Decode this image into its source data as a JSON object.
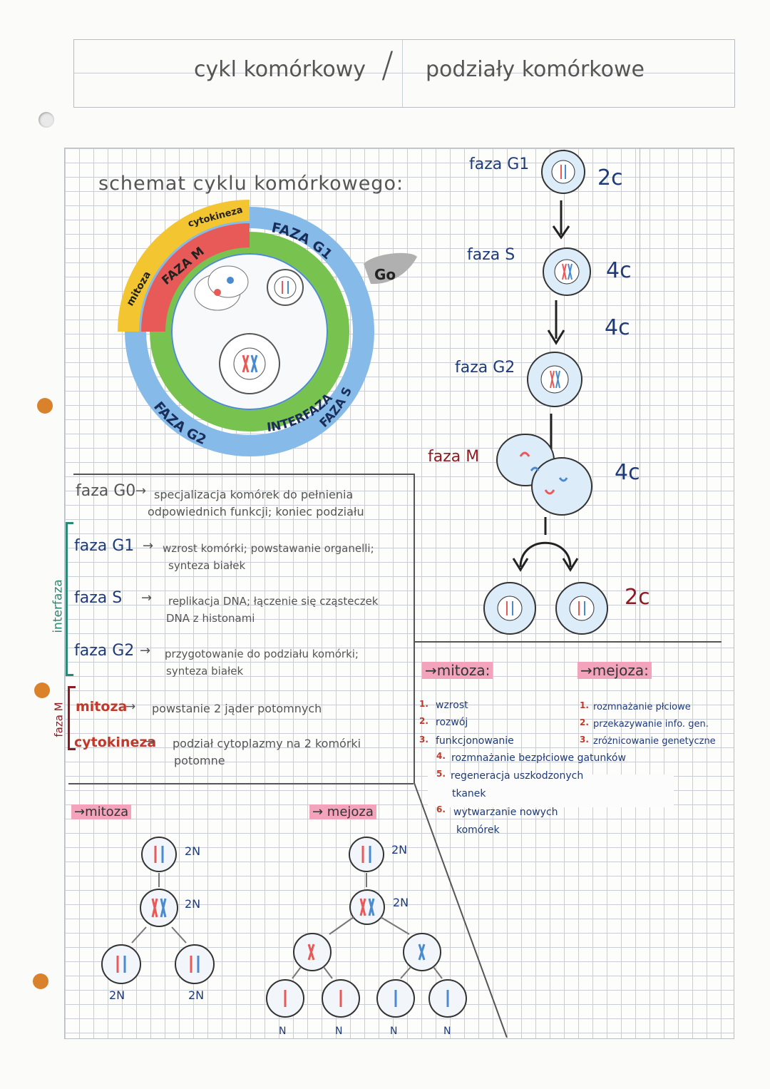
{
  "header": {
    "left_title": "cykl komórkowy",
    "slash": "/",
    "right_title": "podziały komórkowe"
  },
  "scheme": {
    "title": "schemat cyklu komórkowego:",
    "labels": {
      "cytokineza": "cytokineza",
      "faza_m": "FAZA M",
      "mitoza": "mitoza",
      "faza_g1": "FAZA G1",
      "go": "Go",
      "interfaza": "INTERFAZA",
      "faza_s": "FAZA S",
      "faza_g2": "FAZA G2"
    }
  },
  "cycle_side": {
    "g1_label": "faza G1",
    "g1_c": "2c",
    "s_label": "faza S",
    "s_c": "4c",
    "between_c": "4c",
    "g2_label": "faza G2",
    "m_label": "faza M",
    "m_c": "4c",
    "daughters_c": "2c"
  },
  "phases": [
    {
      "name": "faza G0",
      "arrow": "→",
      "desc": [
        "specjalizacja komórek do pełnienia",
        "odpowiednich funkcji; koniec podziału"
      ]
    },
    {
      "name": "faza G1",
      "arrow": "→",
      "desc": [
        "wzrost komórki; powstawanie organelli;",
        "synteza białek"
      ]
    },
    {
      "name": "faza S",
      "arrow": "→",
      "desc": [
        "replikacja DNA; łączenie się cząsteczek",
        "DNA z histonami"
      ]
    },
    {
      "name": "faza G2",
      "arrow": "→",
      "desc": [
        "przygotowanie do podziału komórki;",
        "synteza białek"
      ]
    },
    {
      "name": "mitoza",
      "arrow": "→",
      "desc": [
        "powstanie 2 jąder potomnych"
      ]
    },
    {
      "name": "cytokineza",
      "arrow": "→",
      "desc": [
        "podział cytoplazmy na 2 komórki",
        "potomne"
      ]
    }
  ],
  "side_labels": {
    "interfaza": "interfaza",
    "faza_m": "faza M"
  },
  "mitoza_list": {
    "title": "→mitoza:",
    "items": [
      "wzrost",
      "rozwój",
      "funkcjonowanie",
      "rozmnażanie bezpłciowe gatunków",
      "regeneracja uszkodzonych",
      "tkanek",
      "wytwarzanie nowych",
      "komórek"
    ],
    "numbers": [
      "1.",
      "2.",
      "3.",
      "4.",
      "5.",
      "6."
    ]
  },
  "mejoza_list": {
    "title": "→mejoza:",
    "items": [
      "rozmnażanie płciowe",
      "przekazywanie info. gen.",
      "zróżnicowanie genetyczne"
    ],
    "numbers": [
      "1.",
      "2.",
      "3."
    ]
  },
  "bottom": {
    "mitoza_title": "→mitoza",
    "mejoza_title": "→ mejoza",
    "mitoza_labels": [
      "2N",
      "2N",
      "2N",
      "2N"
    ],
    "mejoza_labels": [
      "2N",
      "2N",
      "N",
      "N",
      "N",
      "N"
    ]
  },
  "colors": {
    "yellow": "#f3c531",
    "red": "#e85a57",
    "blue": "#7fb6e8",
    "green": "#74c24c",
    "pink": "#f4a3bd",
    "navy": "#1d3a7a"
  }
}
